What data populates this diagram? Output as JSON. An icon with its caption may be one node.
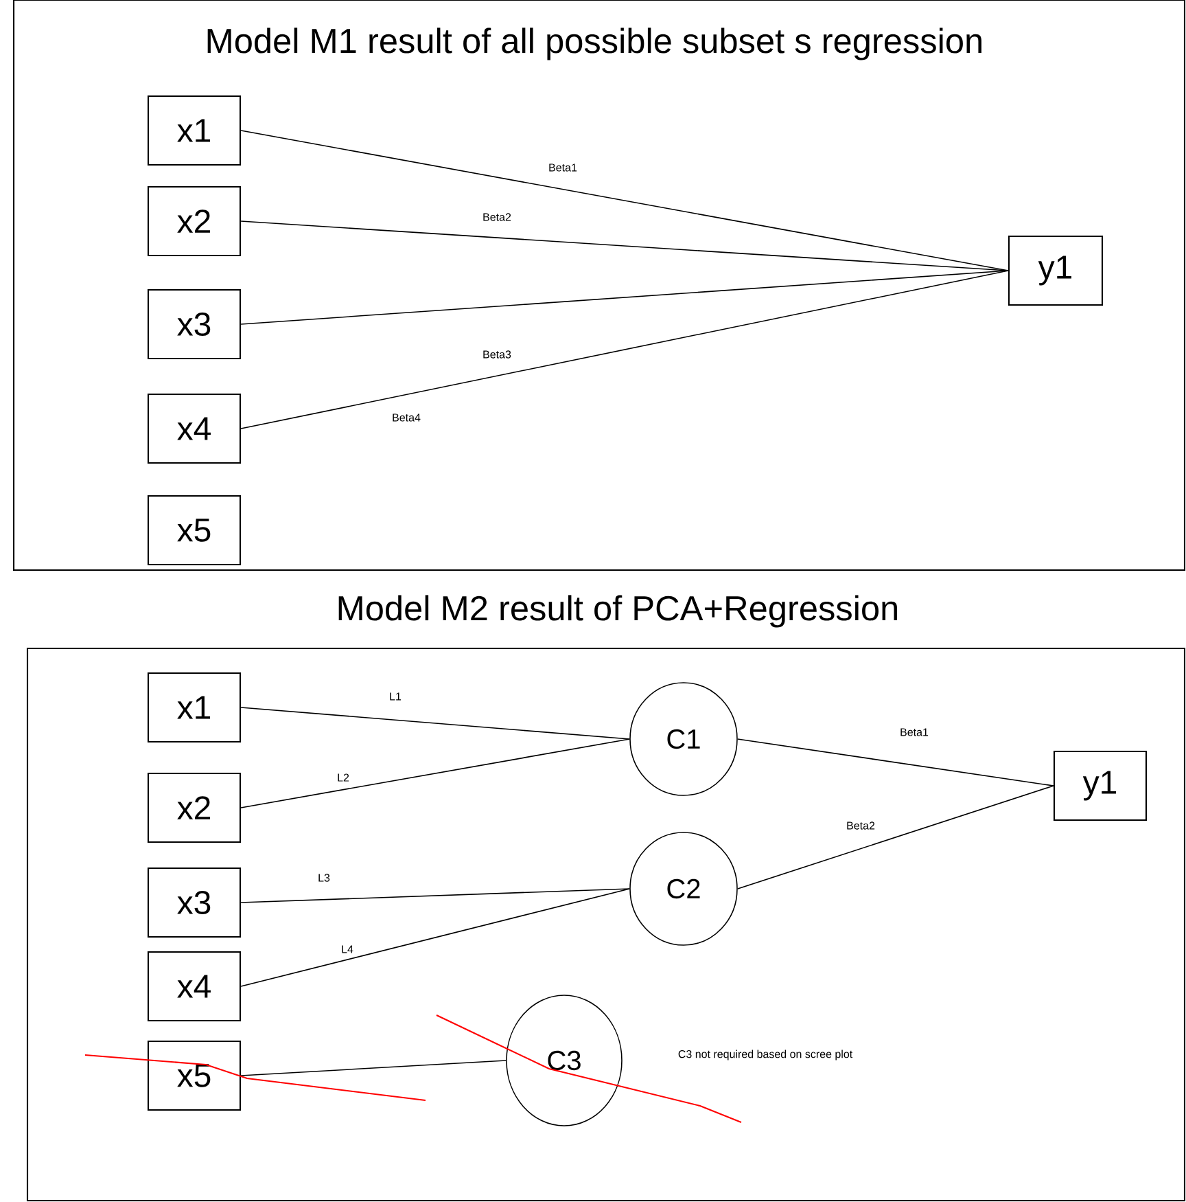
{
  "diagram": {
    "nodes": [
      {
        "text": [
          "Model M1 result of all possible subset s regression"
        ]
      },
      {
        "text": [
          "x1"
        ],
        "in": 0
      },
      {
        "text": [
          "x2"
        ],
        "in": 0
      },
      {
        "text": [
          "x3"
        ],
        "in": 0
      },
      {
        "text": [
          "x4"
        ],
        "in": 0
      },
      {
        "text": [
          "x5"
        ],
        "in": 0
      },
      {
        "text": [
          "y1"
        ],
        "in": 0
      },
      {
        "text": [
          "Model M2 result of PCA+Regression"
        ]
      },
      {
        "text": [
          "x1"
        ],
        "in": 7
      },
      {
        "text": [
          "x2"
        ],
        "in": 7
      },
      {
        "text": [
          "x3"
        ],
        "in": 7
      },
      {
        "text": [
          "x4"
        ],
        "in": 7
      },
      {
        "text": [
          "x5"
        ],
        "in": 7
      },
      {
        "text": [
          "C1"
        ],
        "in": 7
      },
      {
        "text": [
          "C2"
        ],
        "in": 7
      },
      {
        "text": [
          "C3"
        ],
        "in": 7
      },
      {
        "text": [
          "y1"
        ],
        "in": 7
      }
    ],
    "edges": [
      {
        "from": 1,
        "to": 6,
        "arrow": "none",
        "label": "Beta1"
      },
      {
        "from": 2,
        "to": 6,
        "arrow": "none",
        "label": "Beta2"
      },
      {
        "from": 3,
        "to": 6,
        "arrow": "none"
      },
      {
        "from": 4,
        "to": 6,
        "arrow": "none",
        "label": "Beta4"
      },
      {
        "from": 8,
        "to": 13,
        "arrow": "none",
        "label": "L1"
      },
      {
        "from": 9,
        "to": 13,
        "arrow": "none",
        "label": "L2"
      },
      {
        "from": 10,
        "to": 14,
        "arrow": "none",
        "label": "L3"
      },
      {
        "from": 11,
        "to": 14,
        "arrow": "none",
        "label": "L4"
      },
      {
        "from": 12,
        "to": 15,
        "arrow": "none"
      },
      {
        "from": 13,
        "to": 16,
        "arrow": "none",
        "label": "Beta1"
      },
      {
        "from": 14,
        "to": 16,
        "arrow": "none",
        "label": "Beta2"
      }
    ],
    "labels": [
      "Beta3",
      "C3 not required based on scree plot"
    ]
  }
}
